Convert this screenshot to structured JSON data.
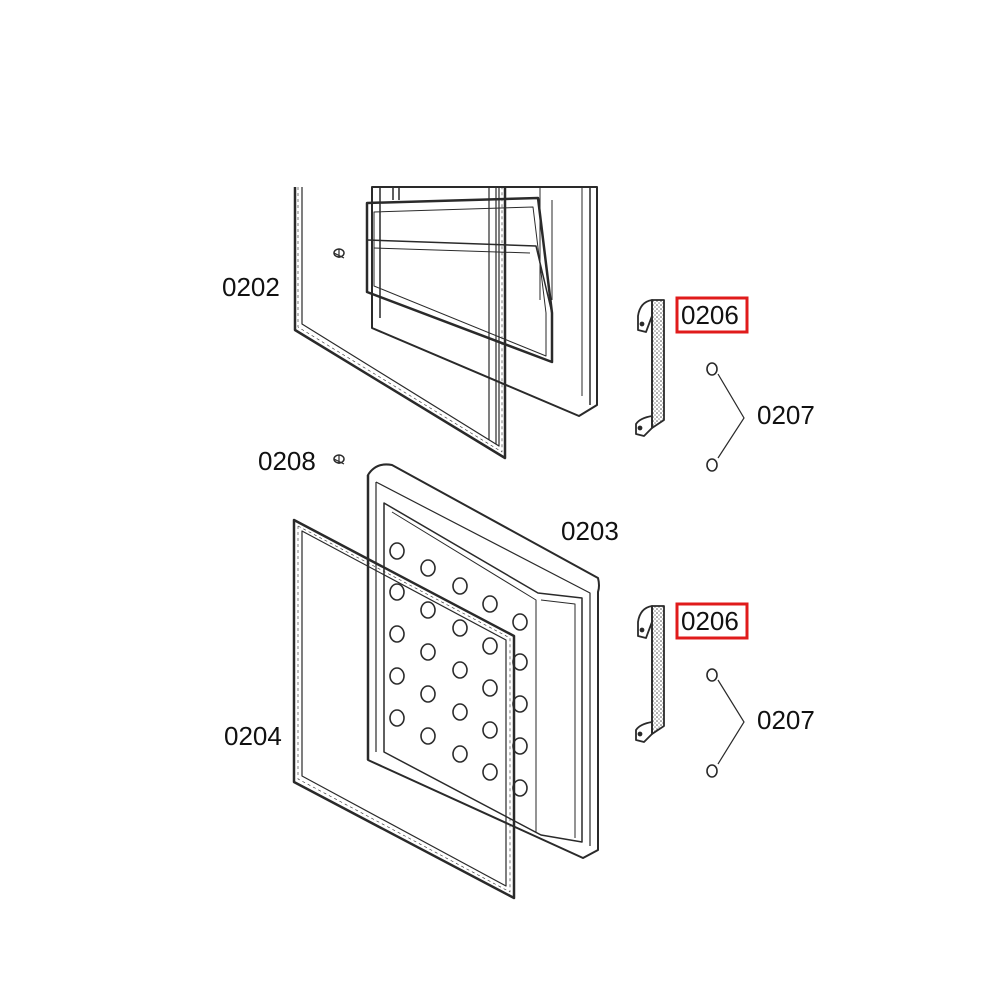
{
  "colors": {
    "line": "#2a2a2a",
    "highlight": "#e01b1b",
    "background": "#ffffff"
  },
  "labels": {
    "upper_door_seal": "0202",
    "lower_door": "0203",
    "lower_door_seal": "0204",
    "upper_handle": "0206",
    "lower_handle": "0206",
    "upper_screws": "0207",
    "lower_screws": "0207",
    "screw_part": "0208"
  },
  "highlighted_labels": [
    "0206"
  ]
}
